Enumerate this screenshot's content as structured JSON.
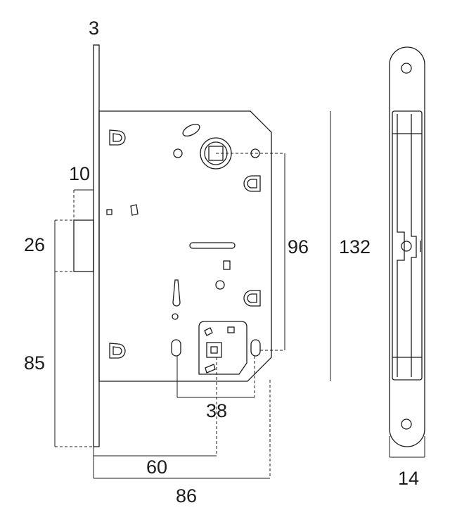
{
  "dimensions": {
    "faceplate_thickness": "3",
    "bolt_projection": "10",
    "latch_height": "26",
    "latch_to_bottom": "85",
    "center_distance": "96",
    "body_height": "132",
    "lower_spindle_spacing": "38",
    "backset": "60",
    "body_depth": "86",
    "faceplate_width": "14"
  },
  "colors": {
    "line": "#1b1b1b",
    "background": "#ffffff"
  }
}
